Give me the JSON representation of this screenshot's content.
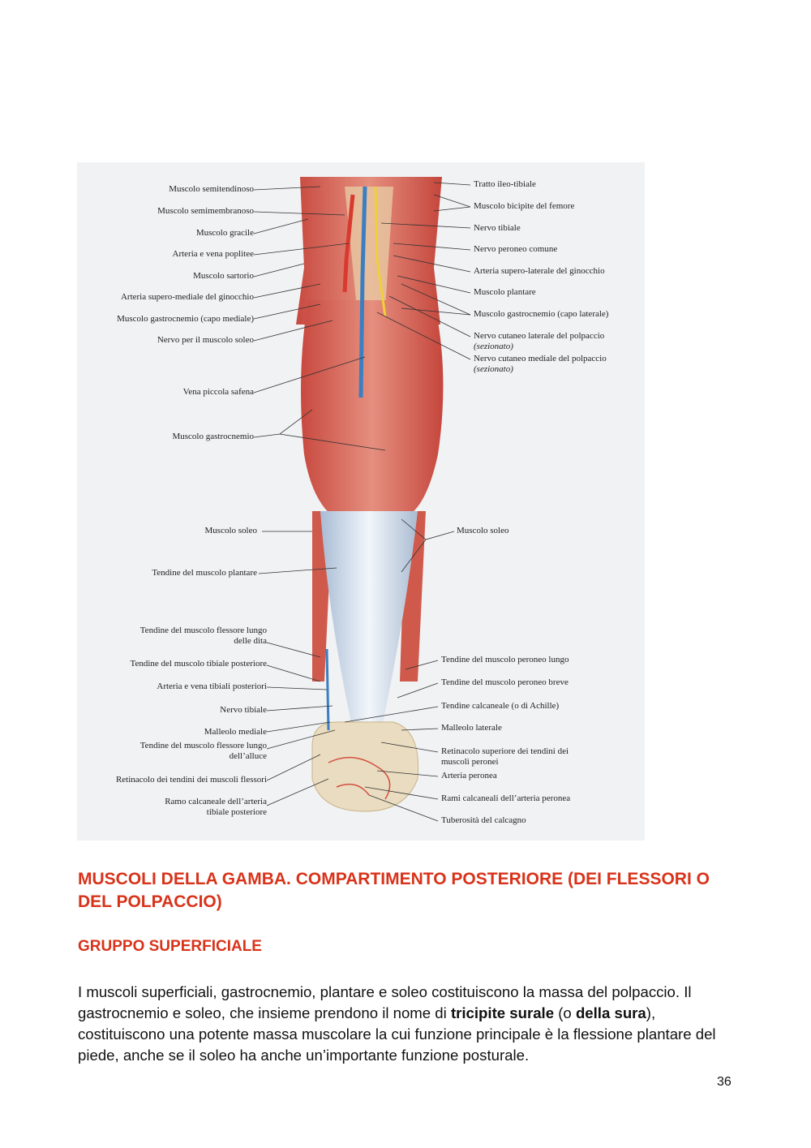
{
  "figure": {
    "left_labels": [
      "Muscolo semitendinoso",
      "Muscolo semimembranoso",
      "Muscolo gracile",
      "Arteria e vena poplitee",
      "Muscolo sartorio",
      "Arteria supero-mediale del ginocchio",
      "Muscolo gastrocnemio (capo mediale)",
      "Nervo per il muscolo soleo",
      "Vena piccola safena",
      "Muscolo gastrocnemio",
      "Muscolo soleo",
      "Tendine del muscolo plantare",
      "Tendine del muscolo flessore lungo",
      "delle dita",
      "Tendine del muscolo tibiale posteriore",
      "Arteria e vena tibiali posteriori",
      "Nervo tibiale",
      "Malleolo mediale",
      "Tendine del muscolo flessore lungo",
      "dell’alluce",
      "Retinacolo dei tendini dei muscoli flessori",
      "Ramo calcaneale dell’arteria",
      "tibiale posteriore"
    ],
    "right_labels": [
      "Tratto ileo-tibiale",
      "Muscolo bicipite del femore",
      "Nervo tibiale",
      "Nervo peroneo comune",
      "Arteria supero-laterale del ginocchio",
      "Muscolo plantare",
      "Muscolo gastrocnemio (capo laterale)",
      "Nervo cutaneo laterale del polpaccio",
      "(sezionato)",
      "Nervo cutaneo mediale del polpaccio",
      "(sezionato)",
      "Muscolo soleo",
      "Tendine del muscolo peroneo lungo",
      "Tendine del muscolo peroneo breve",
      "Tendine calcaneale (o di Achille)",
      "Malleolo laterale",
      "Retinacolo superiore dei tendini dei",
      "muscoli peronei",
      "Arteria peronea",
      "Rami calcaneali dell’arteria peronea",
      "Tuberosità del calcagno"
    ]
  },
  "heading": "MUSCOLI DELLA GAMBA. COMPARTIMENTO POSTERIORE (DEI FLESSORI O DEL POLPACCIO)",
  "subheading": "GRUPPO SUPERFICIALE",
  "body": {
    "part1": " I muscoli superficiali, gastrocnemio, plantare e soleo costituiscono la massa del polpaccio. Il gastrocnemio e soleo, che insieme prendono il nome di ",
    "bold1": "tricipite surale",
    "part2": " (o ",
    "bold2": "della sura",
    "part3": "), costituiscono una potente massa muscolare la cui funzione principale è la flessione plantare del piede, anche se il soleo ha anche un’importante funzione posturale."
  },
  "page_number": "36",
  "colors": {
    "heading": "#d8331a",
    "muscle": "#d9685a",
    "tendon": "#c9d6e6",
    "figure_background": "#f1f2f4"
  }
}
